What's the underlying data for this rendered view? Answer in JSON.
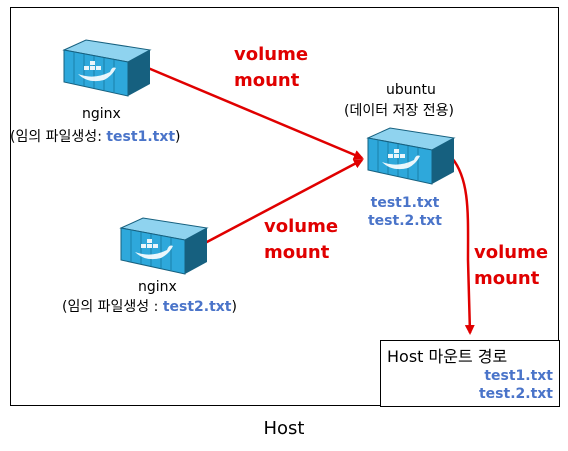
{
  "containers": {
    "nginx1": {
      "name": "nginx",
      "desc_prefix": "(임의 파일생성: ",
      "file": "test1.txt",
      "desc_suffix": ")"
    },
    "nginx2": {
      "name": "nginx",
      "desc_prefix": "(임의 파일생성 : ",
      "file": "test2.txt",
      "desc_suffix": ")"
    },
    "ubuntu": {
      "name": "ubuntu",
      "desc": "(데이터 저장 전용)",
      "files": [
        "test1.txt",
        "test.2.txt"
      ]
    }
  },
  "mounts": {
    "top": {
      "line1": "volume",
      "line2": "mount"
    },
    "middle": {
      "line1": "volume",
      "line2": "mount"
    },
    "right": {
      "line1": "volume",
      "line2": "mount"
    }
  },
  "host_path_box": {
    "title": "Host 마운트 경로",
    "files": [
      "test1.txt",
      "test.2.txt"
    ]
  },
  "host_label": "Host",
  "colors": {
    "arrow": "#e00000",
    "file_text": "#4a74c9",
    "container_body": "#2ea8db",
    "container_dark": "#16607f"
  }
}
